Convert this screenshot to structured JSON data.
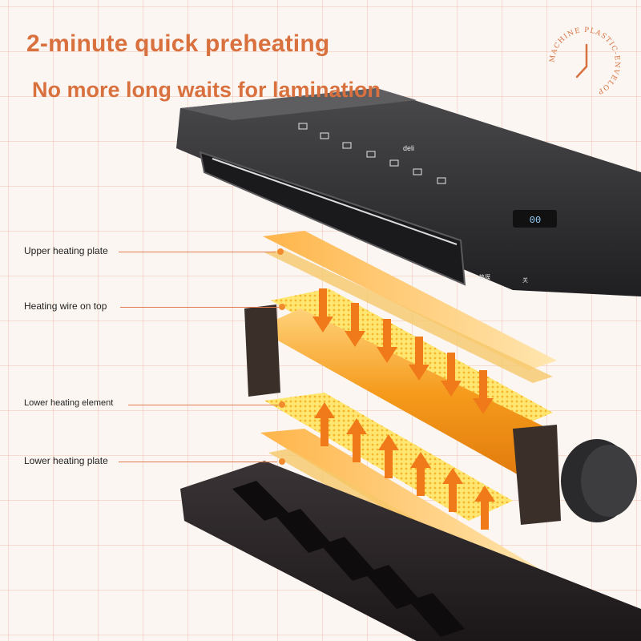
{
  "header": {
    "title": "2-minute quick preheating",
    "subtitle": "No more long waits for lamination"
  },
  "callouts": {
    "upper_heating_plate": "Upper heating plate",
    "heating_wire_top": "Heating wire on top",
    "lower_heating_element": "Lower heating element",
    "lower_heating_plate": "Lower heating plate"
  },
  "seal": {
    "text": "MACHINE PLASTIC-ENVELOP"
  },
  "device": {
    "brand": "deli",
    "display": "00",
    "panel_label_left": "热膜",
    "panel_label_right": "关"
  },
  "colors": {
    "accent": "#d9713f",
    "heat": "#f59a1b",
    "device_body": "#2b2a2c",
    "grid": "#e89678"
  },
  "icons": [
    "clock-icon",
    "down-arrow-icon",
    "up-arrow-icon"
  ]
}
